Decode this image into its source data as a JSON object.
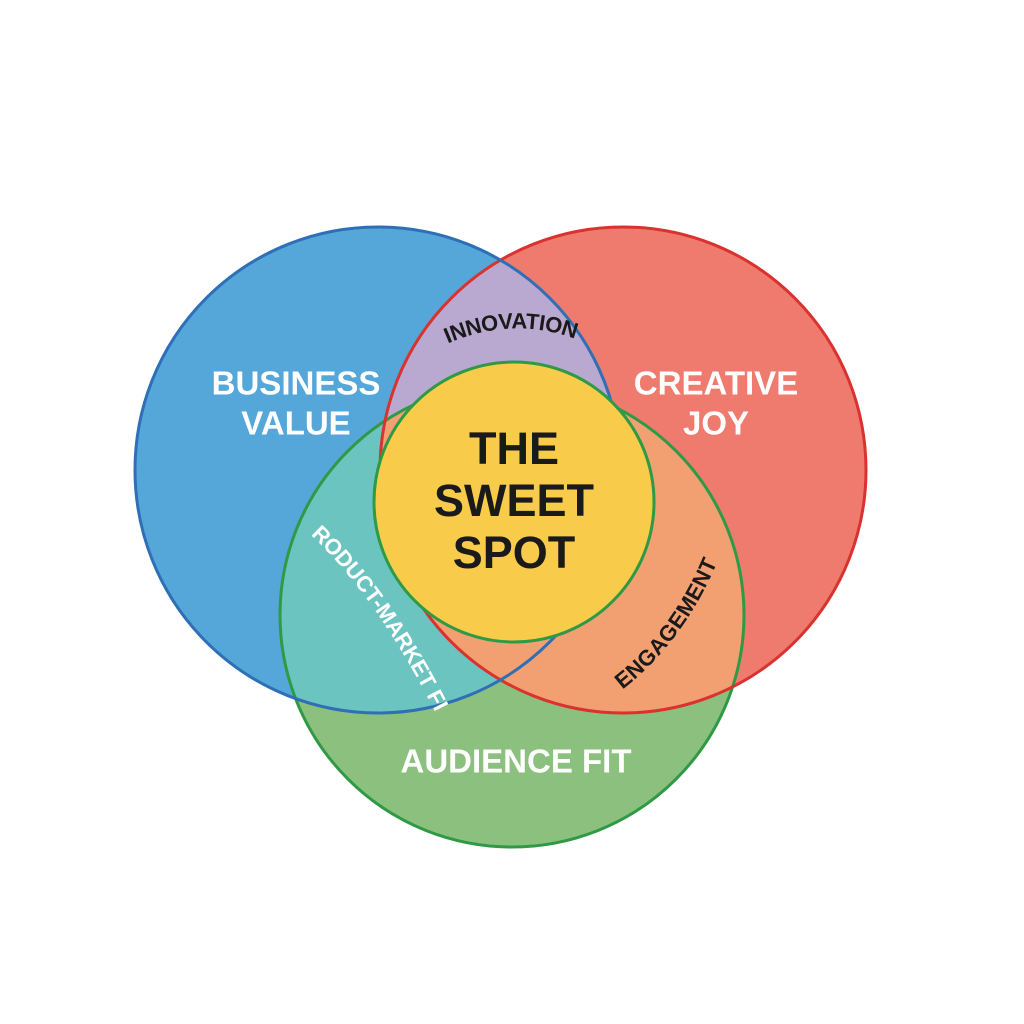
{
  "diagram": {
    "circles": {
      "business_value": {
        "lines": [
          "BUSINESS",
          "VALUE"
        ],
        "fill": "#54A7D8",
        "stroke": "#2E6FB7"
      },
      "creative_joy": {
        "lines": [
          "CREATIVE",
          "JOY"
        ],
        "fill": "#EF7A6E",
        "stroke": "#D9322F"
      },
      "audience_fit": {
        "lines": [
          "AUDIENCE FIT"
        ],
        "fill": "#8CC07E",
        "stroke": "#2F9A45"
      }
    },
    "overlaps": {
      "innovation": {
        "label": "INNOVATION",
        "fill": "#B9A8CF"
      },
      "product_market_fit": {
        "label": "PRODUCT-MARKET FIT",
        "fill": "#6CC4C0"
      },
      "engagement": {
        "label": "ENGAGEMENT",
        "fill": "#F2A071"
      }
    },
    "center": {
      "lines": [
        "THE",
        "SWEET",
        "SPOT"
      ],
      "fill": "#F8CB4A",
      "stroke": "#2F9A45"
    }
  }
}
